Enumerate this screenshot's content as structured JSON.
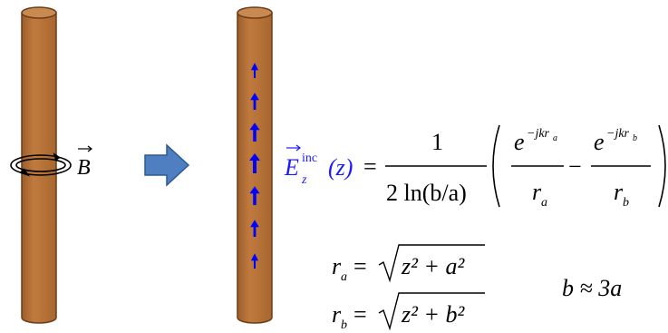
{
  "colors": {
    "rod_fill": "#b8743b",
    "rod_edge": "#6b3d1a",
    "arrow_fill": "#4f7fc0",
    "arrow_edge": "#2e5a94",
    "current_arrow": "#0000ff",
    "field_text": "#1a1aff"
  },
  "labels": {
    "b_vector": "B",
    "e_symbol": "E",
    "e_sub": "z",
    "e_sup": "inc",
    "z_arg": "(z)",
    "numerator_one": "1",
    "denominator": "2 ln(b/a)",
    "exp_a": "e",
    "exp_a_power": "−jkr",
    "exp_a_power_sub": "a",
    "exp_b": "e",
    "exp_b_power": "−jkr",
    "exp_b_power_sub": "b",
    "r_a_den": "r",
    "r_a_den_sub": "a",
    "r_b_den": "r",
    "r_b_den_sub": "b",
    "minus": "−",
    "equals": "=",
    "ra_eq": "r",
    "ra_sub": "a",
    "ra_rhs": "z² + a²",
    "rb_eq": "r",
    "rb_sub": "b",
    "rb_rhs": "z² + b²",
    "b_approx": "b ≈ 3a"
  },
  "icons": {
    "loop": "circulating-field-loop-icon",
    "transform_arrow": "right-arrow-icon",
    "current_arrows": "up-arrow-icon"
  },
  "current_arrow_strengths": [
    0.35,
    0.6,
    0.85,
    1.0,
    0.85,
    0.6,
    0.35
  ]
}
